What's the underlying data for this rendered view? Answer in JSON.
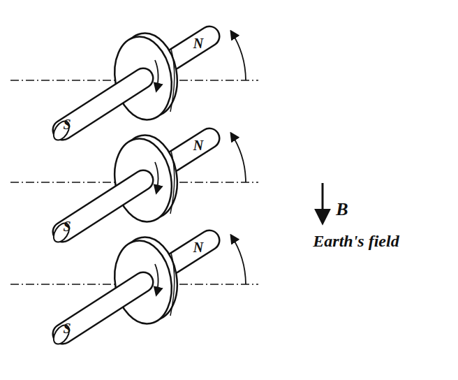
{
  "diagram": {
    "labels": [
      "N",
      "S",
      "N",
      "S",
      "N",
      "S",
      "B",
      "Earth's field"
    ]
  }
}
